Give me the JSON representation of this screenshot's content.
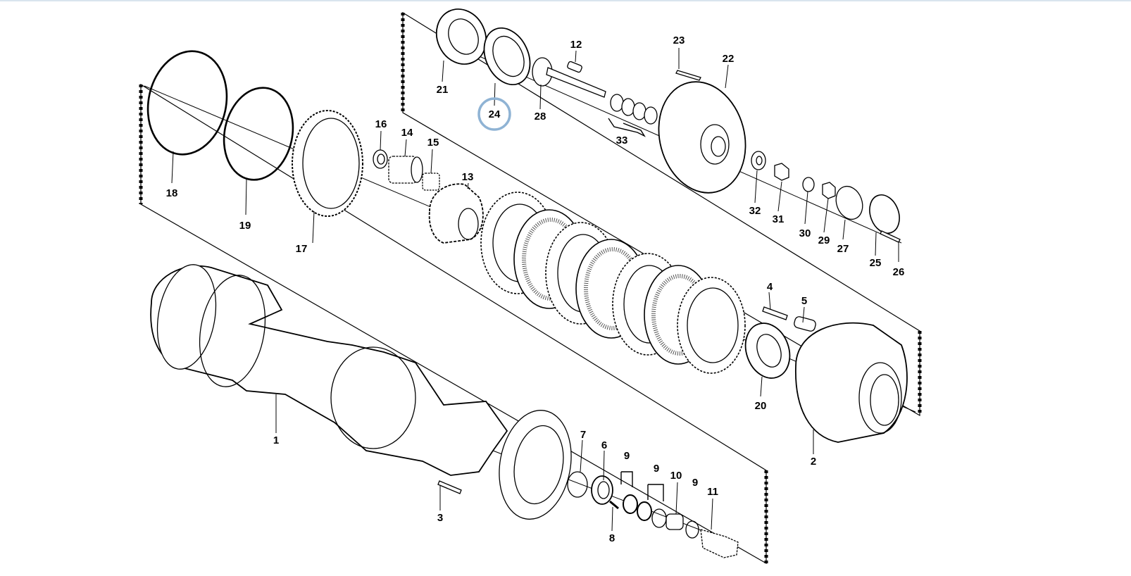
{
  "theme": {
    "highlight_color": "#8fb3d4",
    "line_color": "#000000",
    "top_rule_color": "#d9e4ee"
  },
  "highlighted_callout": "24",
  "callouts": [
    "1",
    "2",
    "3",
    "4",
    "5",
    "6",
    "7",
    "8",
    "9",
    "9",
    "9",
    "10",
    "11",
    "12",
    "13",
    "14",
    "15",
    "16",
    "17",
    "18",
    "19",
    "20",
    "21",
    "22",
    "23",
    "24",
    "25",
    "26",
    "27",
    "28",
    "29",
    "30",
    "31",
    "32",
    "33"
  ]
}
